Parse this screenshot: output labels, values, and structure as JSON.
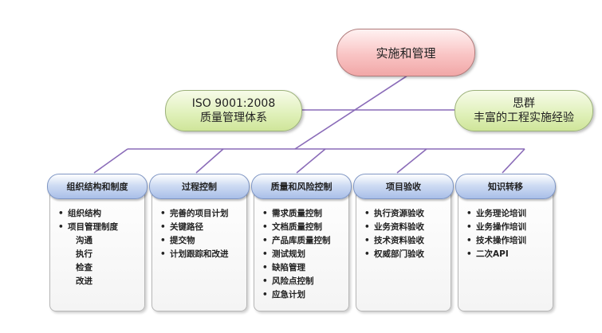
{
  "top_node": {
    "label": "实施和管理"
  },
  "iso_node": {
    "line1": "ISO 9001:2008",
    "line2": "质量管理体系"
  },
  "sq_node": {
    "line1": "思群",
    "line2": "丰富的工程实施经验"
  },
  "cards": [
    {
      "title": "组织结构和制度",
      "items": [
        {
          "text": "组织结构",
          "bullet": true
        },
        {
          "text": "项目管理制度",
          "bullet": true
        },
        {
          "text": "沟通",
          "bullet": false
        },
        {
          "text": "执行",
          "bullet": false
        },
        {
          "text": "检查",
          "bullet": false
        },
        {
          "text": "改进",
          "bullet": false
        }
      ]
    },
    {
      "title": "过程控制",
      "items": [
        {
          "text": "完善的项目计划",
          "bullet": true
        },
        {
          "text": "关键路径",
          "bullet": true
        },
        {
          "text": "提交物",
          "bullet": true
        },
        {
          "text": "计划跟踪和改进",
          "bullet": true
        }
      ]
    },
    {
      "title": "质量和风险控制",
      "items": [
        {
          "text": "需求质量控制",
          "bullet": true
        },
        {
          "text": "文档质量控制",
          "bullet": true
        },
        {
          "text": "产品库质量控制",
          "bullet": true
        },
        {
          "text": "测试规划",
          "bullet": true
        },
        {
          "text": "缺陷管理",
          "bullet": true
        },
        {
          "text": "风险点控制",
          "bullet": true
        },
        {
          "text": "应急计划",
          "bullet": true
        }
      ]
    },
    {
      "title": "项目验收",
      "items": [
        {
          "text": "执行资源验收",
          "bullet": true
        },
        {
          "text": "业务资料验收",
          "bullet": true
        },
        {
          "text": "技术资料验收",
          "bullet": true
        },
        {
          "text": "权威部门验收",
          "bullet": true
        }
      ]
    },
    {
      "title": "知识转移",
      "items": [
        {
          "text": "业务理论培训",
          "bullet": true
        },
        {
          "text": "业务操作培训",
          "bullet": true
        },
        {
          "text": "技术操作培训",
          "bullet": true
        },
        {
          "text": "二次API",
          "bullet": true
        }
      ]
    }
  ],
  "colors": {
    "connector": "#8a6bb8",
    "top_node_fill": "#f9c4c4",
    "side_node_fill": "#dff0b8",
    "card_header_fill": "#cfdcf3"
  }
}
